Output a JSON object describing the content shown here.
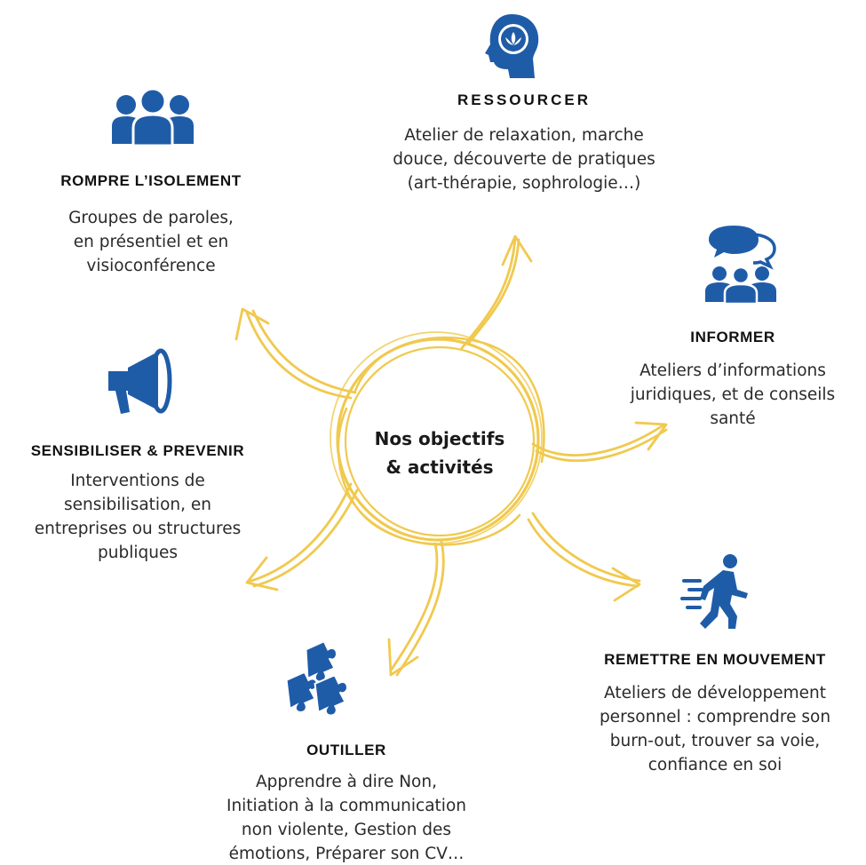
{
  "colors": {
    "accent_gold": "#f0c94e",
    "icon_blue": "#1f5ca8",
    "text_dark": "#1f1f1f"
  },
  "center": {
    "lines": [
      "Nos objectifs",
      "& activités"
    ]
  },
  "items": {
    "ressourcer": {
      "icon": "head-lotus-icon",
      "title": "RESSOURCER",
      "desc": [
        "Atelier de relaxation, marche",
        "douce, découverte de pratiques",
        "(art-thérapie, sophrologie…)"
      ]
    },
    "rompre": {
      "icon": "group-people-icon",
      "title": "ROMPRE L’ISOLEMENT",
      "desc": [
        "Groupes de paroles,",
        "en présentiel et en",
        "visioconférence"
      ]
    },
    "informer": {
      "icon": "speech-group-icon",
      "title": "INFORMER",
      "desc": [
        "Ateliers d’informations",
        "juridiques, et de conseils",
        "santé"
      ]
    },
    "sensibiliser": {
      "icon": "megaphone-icon",
      "title": "SENSIBILISER & PREVENIR",
      "desc": [
        "Interventions de",
        "sensibilisation, en",
        "entreprises ou structures",
        "publiques"
      ]
    },
    "remettre": {
      "icon": "running-person-icon",
      "title": "REMETTRE EN MOUVEMENT",
      "desc": [
        "Ateliers de développement",
        "personnel : comprendre son",
        "burn-out, trouver sa voie,",
        "confiance en soi"
      ]
    },
    "outiller": {
      "icon": "puzzle-icon",
      "title": "OUTILLER",
      "desc": [
        "Apprendre à dire Non,",
        "Initiation à la communication",
        "non violente, Gestion des",
        "émotions, Préparer son CV…"
      ]
    }
  }
}
